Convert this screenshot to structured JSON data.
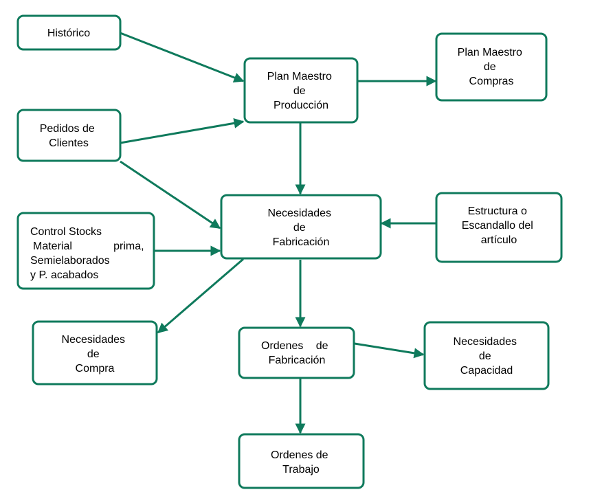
{
  "colors": {
    "stroke": "#0f7a5c",
    "text": "#000000",
    "background": "#ffffff"
  },
  "nodes": {
    "historico": {
      "lines": [
        "Histórico"
      ]
    },
    "pedidos": {
      "lines": [
        "Pedidos de",
        "Clientes"
      ]
    },
    "plan_produccion": {
      "lines": [
        "Plan Maestro",
        "de",
        "Producción"
      ]
    },
    "plan_compras": {
      "lines": [
        "Plan Maestro",
        "de",
        "Compras"
      ]
    },
    "necesidades_fabricacion": {
      "lines": [
        "Necesidades",
        "de",
        "Fabricación"
      ]
    },
    "control_stocks": {
      "lines": [
        "Control Stocks",
        "Material",
        "prima,",
        "Semielaborados",
        "y  P. acabados"
      ]
    },
    "estructura": {
      "lines": [
        "Estructura o",
        "Escandallo del",
        "artículo"
      ]
    },
    "necesidades_compra": {
      "lines": [
        "Necesidades",
        "de",
        "Compra"
      ]
    },
    "ordenes_fabricacion": {
      "lines": [
        "Ordenes",
        "de",
        "Fabricación"
      ]
    },
    "necesidades_capacidad": {
      "lines": [
        "Necesidades",
        "de",
        "Capacidad"
      ]
    },
    "ordenes_trabajo": {
      "lines": [
        "Ordenes de",
        "Trabajo"
      ]
    }
  },
  "edges": [
    {
      "from": "historico",
      "to": "plan_produccion"
    },
    {
      "from": "pedidos",
      "to": "plan_produccion"
    },
    {
      "from": "pedidos",
      "to": "necesidades_fabricacion"
    },
    {
      "from": "plan_produccion",
      "to": "plan_compras"
    },
    {
      "from": "plan_produccion",
      "to": "necesidades_fabricacion"
    },
    {
      "from": "control_stocks",
      "to": "necesidades_fabricacion"
    },
    {
      "from": "estructura",
      "to": "necesidades_fabricacion"
    },
    {
      "from": "necesidades_fabricacion",
      "to": "necesidades_compra"
    },
    {
      "from": "necesidades_fabricacion",
      "to": "ordenes_fabricacion"
    },
    {
      "from": "ordenes_fabricacion",
      "to": "necesidades_capacidad"
    },
    {
      "from": "ordenes_fabricacion",
      "to": "ordenes_trabajo"
    }
  ]
}
